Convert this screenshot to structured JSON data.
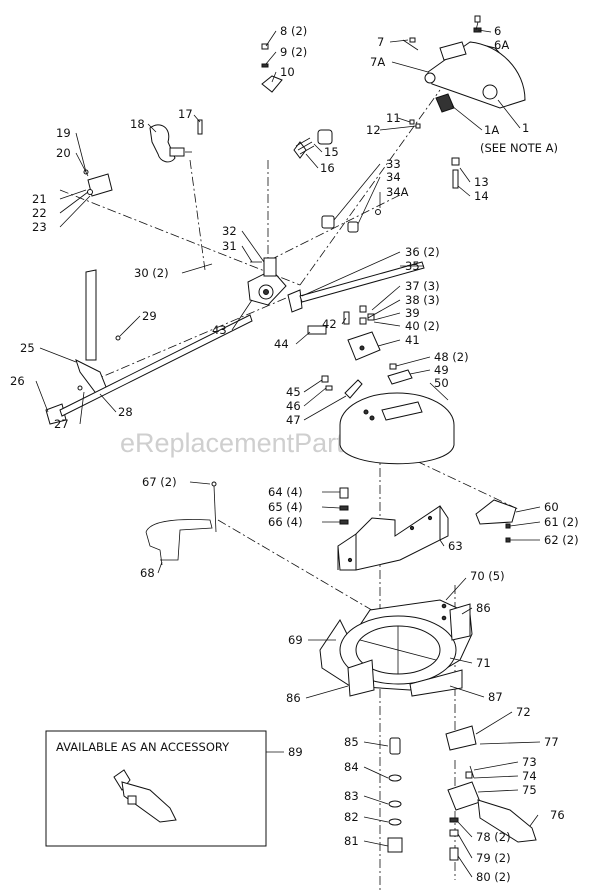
{
  "watermark": "eReplacementParts.com",
  "accessory_note": "AVAILABLE AS AN ACCESSORY",
  "note_label": "(SEE NOTE A)",
  "callouts": {
    "c1": "1",
    "c1a": "1A",
    "c6": "6",
    "c6a": "6A",
    "c7": "7",
    "c7a": "7A",
    "c8": "8 (2)",
    "c9": "9 (2)",
    "c10": "10",
    "c11": "11",
    "c12": "12",
    "c13": "13",
    "c14": "14",
    "c15": "15",
    "c16": "16",
    "c17": "17",
    "c18": "18",
    "c19": "19",
    "c20": "20",
    "c21": "21",
    "c22": "22",
    "c23": "23",
    "c25": "25",
    "c26": "26",
    "c27": "27",
    "c28": "28",
    "c29": "29",
    "c30": "30 (2)",
    "c31": "31",
    "c32": "32",
    "c33": "33",
    "c34": "34",
    "c34a": "34A",
    "c35": "35",
    "c36": "36 (2)",
    "c37": "37 (3)",
    "c38": "38 (3)",
    "c39": "39",
    "c40": "40 (2)",
    "c41": "41",
    "c42": "42",
    "c43": "43",
    "c44": "44",
    "c45": "45",
    "c46": "46",
    "c47": "47",
    "c48": "48 (2)",
    "c49": "49",
    "c50": "50",
    "c60": "60",
    "c61": "61 (2)",
    "c62": "62 (2)",
    "c63": "63",
    "c64": "64 (4)",
    "c65": "65 (4)",
    "c66": "66 (4)",
    "c67": "67 (2)",
    "c68": "68",
    "c69": "69",
    "c70": "70 (5)",
    "c71": "71",
    "c72": "72",
    "c73": "73",
    "c74": "74",
    "c75": "75",
    "c76": "76",
    "c77": "77",
    "c78": "78 (2)",
    "c79": "79 (2)",
    "c80": "80 (2)",
    "c81": "81",
    "c82": "82",
    "c83": "83",
    "c84": "84",
    "c85": "85",
    "c86a": "86",
    "c86b": "86",
    "c87": "87",
    "c89": "89"
  }
}
